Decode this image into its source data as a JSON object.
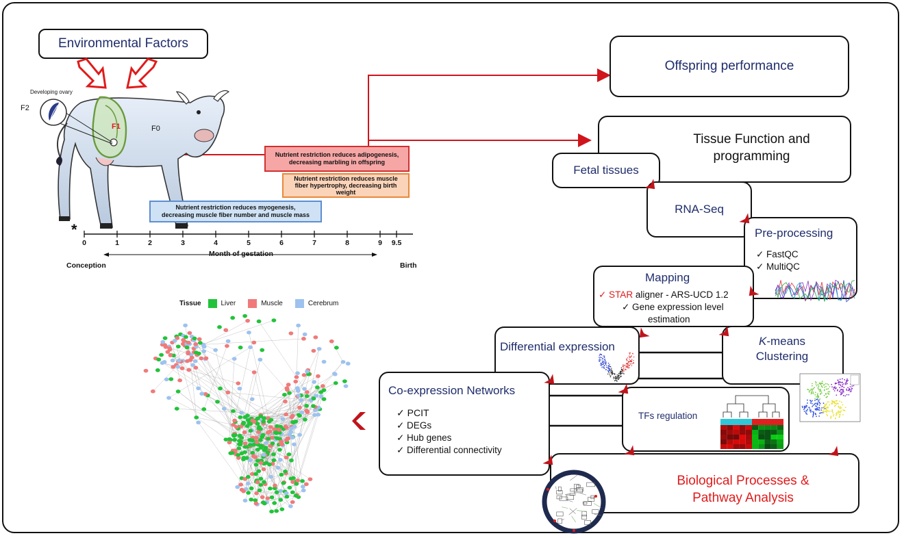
{
  "labels": {
    "environmental_factors": "Environmental Factors",
    "offspring_performance": "Offspring performance",
    "tissue_function_line1": "Tissue Function and",
    "tissue_function_line2": "programming",
    "fetal_tissues": "Fetal tissues",
    "rna_seq": "RNA-Seq",
    "pre_processing": "Pre-processing",
    "fastqc": "✓ FastQC",
    "multiqc": "✓ MultiQC",
    "mapping": "Mapping",
    "star_check": "✓ STAR",
    "star_rest": " aligner - ARS-UCD 1.2",
    "gene_expr_line1": "✓ Gene expression level",
    "gene_expr_line2": "estimation",
    "differential_expression": "Differential expression",
    "kmeans_k": "K",
    "kmeans_rest": "-means",
    "clustering": "Clustering",
    "coexpression_networks": "Co-expression Networks",
    "pcit": "✓ PCIT",
    "degs": "✓  DEGs",
    "hub_genes": "✓  Hub genes",
    "diff_connectivity": "✓ Differential connectivity",
    "tfs_regulation": "TFs regulation",
    "bio_line1": "Biological Processes &",
    "bio_line2": "Pathway Analysis"
  },
  "cow": {
    "developing_ovary": "Developing ovary",
    "f2": "F2",
    "f1": "F1",
    "f0": "F0"
  },
  "notes": {
    "adipogenesis_line1": "Nutrient restriction reduces adipogenesis,",
    "adipogenesis_line2": "decreasing marbling in offspring",
    "muscle_fiber_line1": "Nutrient restriction reduces muscle",
    "muscle_fiber_line2": "fiber hypertrophy, decreasing birth",
    "muscle_fiber_line3": "weight",
    "myogenesis_line1": "Nutrient restriction reduces myogenesis,",
    "myogenesis_line2": "decreasing muscle fiber number and muscle mass"
  },
  "timeline": {
    "ticks": [
      "0",
      "1",
      "2",
      "3",
      "4",
      "5",
      "6",
      "7",
      "8",
      "9",
      "9.5"
    ],
    "title": "Month of gestation",
    "start": "Conception",
    "end": "Birth",
    "marker": "*"
  },
  "network_legend": {
    "title": "Tissue",
    "items": [
      {
        "label": "Liver",
        "color": "#22c33a"
      },
      {
        "label": "Muscle",
        "color": "#f07a7a"
      },
      {
        "label": "Cerebrum",
        "color": "#9ec2ee"
      }
    ]
  },
  "colors": {
    "navy_text": "#1f2d6b",
    "red_accent": "#e01b1b",
    "arrow_red": "#c0141b",
    "note_red_fill": "#f7a6a6",
    "note_orange_fill": "#fbd3b8",
    "note_blue_fill": "#cfe2f5"
  }
}
